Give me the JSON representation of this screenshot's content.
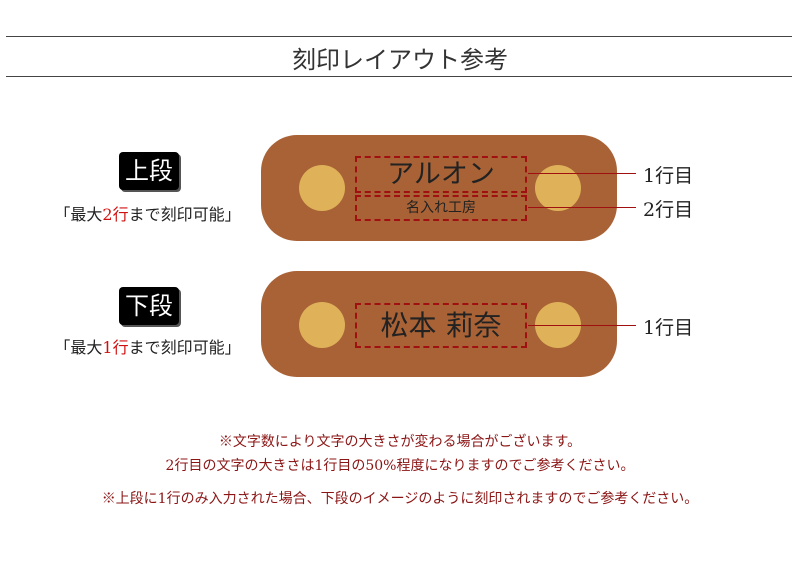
{
  "title": "刻印レイアウト参考",
  "upper": {
    "badge": "上段",
    "caption_pre": "「最大",
    "caption_num": "2行",
    "caption_post": "まで刻印可能」",
    "line1": "アルオン",
    "line2": "名入れ工房",
    "label1": "1行目",
    "label2": "2行目"
  },
  "lower": {
    "badge": "下段",
    "caption_pre": "「最大",
    "caption_num": "1行",
    "caption_post": "まで刻印可能」",
    "line1": "松本 莉奈",
    "label1": "1行目"
  },
  "notes": [
    "※文字数により文字の大きさが変わる場合がございます。",
    "2行目の文字の大きさは1行目の50%程度になりますのでご参考ください。",
    "※上段に1行のみ入力された場合、下段のイメージのように刻印されますのでご参考ください。"
  ],
  "colors": {
    "leather": "#a86236",
    "hole": "#dfb25a",
    "accent": "#a01010",
    "note": "#8b1515"
  }
}
